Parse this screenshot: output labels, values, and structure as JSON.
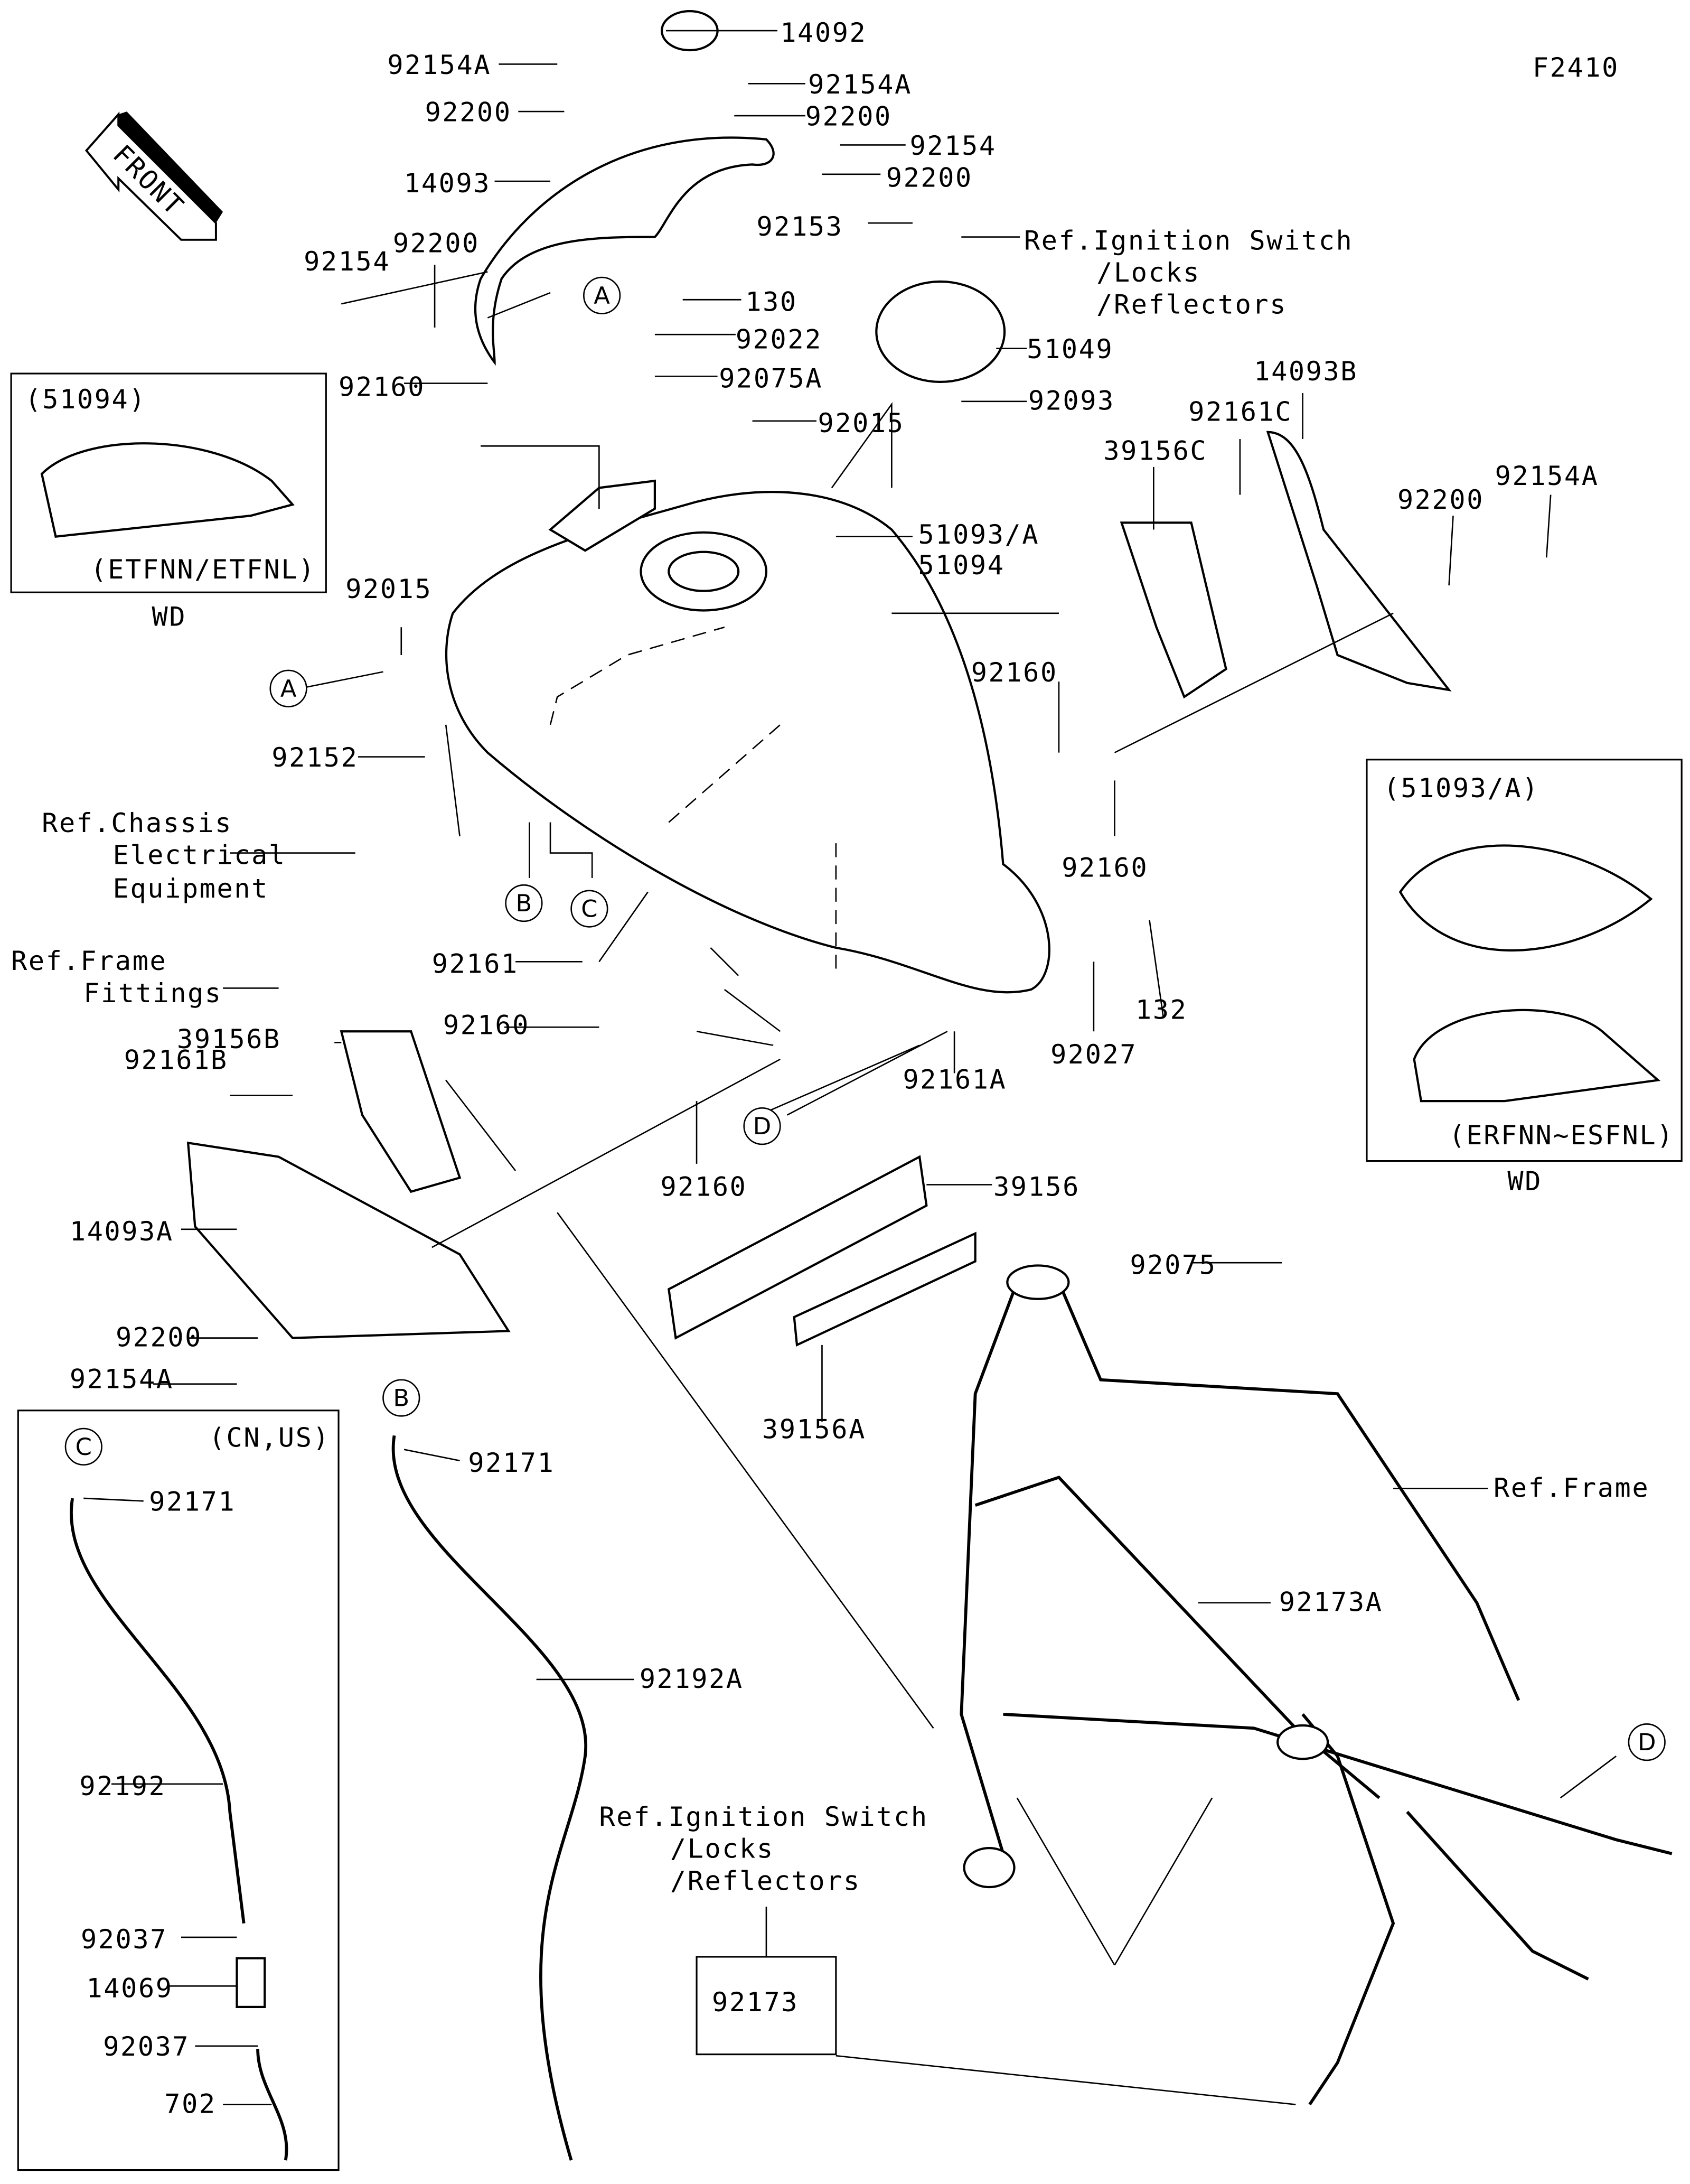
{
  "diagram_code": "F2410",
  "front_arrow": "FRONT",
  "part_labels": [
    "14092",
    "92154A",
    "92154A",
    "92200",
    "92200",
    "92154",
    "14093",
    "92200",
    "92153",
    "92154",
    "92200",
    "130",
    "92022",
    "51049",
    "92160",
    "92075A",
    "92093",
    "14093B",
    "92015",
    "92161C",
    "39156C",
    "92154A",
    "92200",
    "51093/A",
    "51094",
    "92015",
    "92160",
    "92152",
    "92160",
    "92161",
    "132",
    "92160",
    "39156B",
    "92027",
    "92161B",
    "92161A",
    "39156",
    "92160",
    "14093A",
    "92075",
    "92200",
    "92154A",
    "92171",
    "92171",
    "39156A",
    "92173A",
    "92192A",
    "92192",
    "92037",
    "14069",
    "92173",
    "92037",
    "702"
  ],
  "references": [
    {
      "lines": [
        "Ref.Ignition Switch",
        "/Locks",
        "/Reflectors"
      ]
    },
    {
      "lines": [
        "Ref.Chassis",
        "Electrical",
        "Equipment"
      ]
    },
    {
      "lines": [
        "Ref.Frame",
        "Fittings"
      ]
    },
    {
      "lines": [
        "Ref.Frame"
      ]
    },
    {
      "lines": [
        "Ref.Ignition Switch",
        "/Locks",
        "/Reflectors"
      ]
    }
  ],
  "callouts": [
    "A",
    "A",
    "B",
    "C",
    "D",
    "D",
    "B",
    "C"
  ],
  "insets": [
    {
      "title": "(51094)",
      "variant": "(ETFNN/ETFNL)",
      "caption": "WD"
    },
    {
      "title": "(51093/A)",
      "variant": "(ERFNN~ESFNL)",
      "caption": "WD"
    },
    {
      "title": "(CN,US)"
    }
  ]
}
